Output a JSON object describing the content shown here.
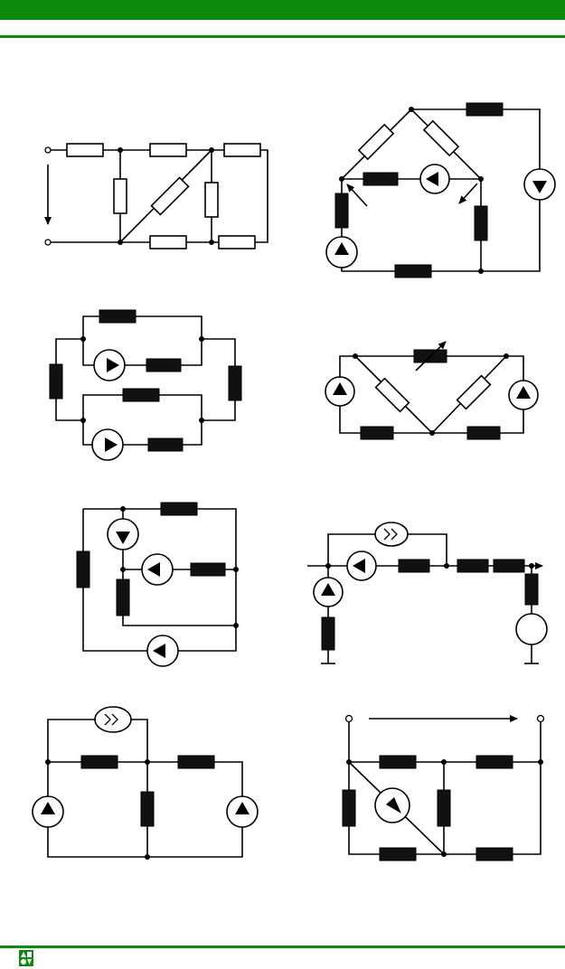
{
  "page": {
    "accent_color": "#0b8a0b",
    "logo_icon": "green-publisher-logo-icon"
  },
  "circuits": [
    {
      "id": 1,
      "type": "resistor-network-with-voltage-terminals"
    },
    {
      "id": 2,
      "type": "bridge-with-current-and-voltage-sources"
    },
    {
      "id": 3,
      "type": "two-loop-network-with-two-voltage-sources"
    },
    {
      "id": 4,
      "type": "bridge-with-variable-resistor-and-two-sources"
    },
    {
      "id": 5,
      "type": "network-with-three-sources"
    },
    {
      "id": 6,
      "type": "ladder-with-dependent-source-and-grounds"
    },
    {
      "id": 7,
      "type": "three-branch-network-with-dependent-source"
    },
    {
      "id": 8,
      "type": "bridge-with-diagonal-source-and-terminals"
    }
  ]
}
